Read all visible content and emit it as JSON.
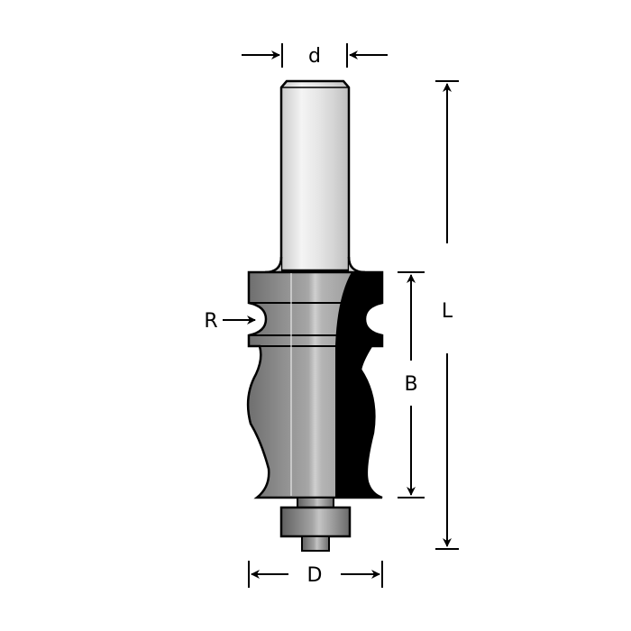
{
  "diagram": {
    "type": "router-bit-technical-drawing",
    "description": "Bearing-guided moulding/profile router bit with shank and cutter profile",
    "colors": {
      "background": "#ffffff",
      "outline": "#000000",
      "cutter_edge": "#000000",
      "body_gray_dark": "#7a7a7a",
      "body_gray_mid": "#a8a8a8",
      "body_gray_light": "#d8d8d8",
      "shank_light": "#f2f2f2"
    },
    "dimensions": {
      "shank_diameter": {
        "label": "d"
      },
      "total_length": {
        "label": "L"
      },
      "cutting_height": {
        "label": "B"
      },
      "cutting_diameter": {
        "label": "D"
      },
      "radius": {
        "label": "R"
      }
    },
    "parts": [
      {
        "name": "shank"
      },
      {
        "name": "cutter-body"
      },
      {
        "name": "cutting-edge"
      },
      {
        "name": "bearing"
      },
      {
        "name": "bearing-screw"
      }
    ]
  }
}
